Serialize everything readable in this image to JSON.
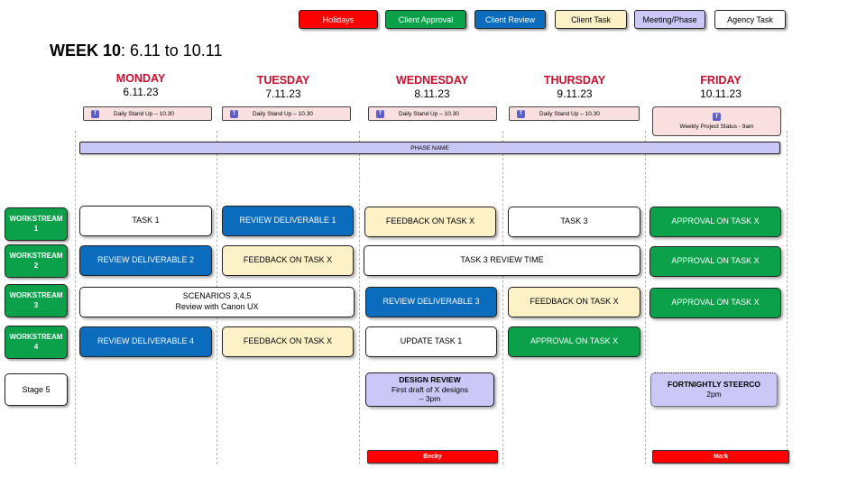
{
  "legend": [
    {
      "label": "Holidays",
      "color": "#ff0000",
      "text_color": "#ffffff"
    },
    {
      "label": "Client Approval",
      "color": "#0aa14a",
      "text_color": "#ffffff"
    },
    {
      "label": "Client Review",
      "color": "#0b6bbd",
      "text_color": "#ffffff"
    },
    {
      "label": "Client Task",
      "color": "#fdf1c8",
      "text_color": "#000000"
    },
    {
      "label": "Meeting/Phase",
      "color": "#cbc8f7",
      "text_color": "#000000"
    },
    {
      "label": "Agency Task",
      "color": "#ffffff",
      "text_color": "#000000"
    }
  ],
  "title": {
    "bold": "WEEK 10",
    "rest": ": 6.11 to 10.11"
  },
  "days": [
    {
      "name": "MONDAY",
      "date": "6.11.23"
    },
    {
      "name": "TUESDAY",
      "date": "7.11.23"
    },
    {
      "name": "WEDNESDAY",
      "date": "8.11.23"
    },
    {
      "name": "THURSDAY",
      "date": "9.11.23"
    },
    {
      "name": "FRIDAY",
      "date": "10.11.23"
    }
  ],
  "standups": [
    "Daily Stand Up – 10.30",
    "Daily Stand Up – 10.30",
    "Daily Stand Up – 10.30",
    "Daily Stand Up – 10.30"
  ],
  "friday_meeting": "Weekly Project Status - 9am",
  "phase": "PHASE NAME",
  "workstreams": [
    "WORKSTREAM 1",
    "WORKSTREAM 2",
    "WORKSTREAM 3",
    "WORKSTREAM 4",
    "Stage 5"
  ],
  "tasks": {
    "ws1": [
      "TASK 1",
      "REVIEW DELIVERABLE 1",
      "FEEDBACK ON TASK X",
      "TASK 3",
      "APPROVAL ON TASK X"
    ],
    "ws2": [
      "REVIEW DELIVERABLE 2",
      "FEEDBACK ON TASK X",
      "TASK 3 REVIEW TIME",
      "APPROVAL ON TASK X"
    ],
    "ws3": {
      "scenario_line1": "SCENARIOS 3,4,5",
      "scenario_line2": "Review with Canon UX",
      "items": [
        "REVIEW DELIVERABLE 3",
        "FEEDBACK ON TASK X",
        "APPROVAL ON TASK X"
      ]
    },
    "ws4": [
      "REVIEW DELIVERABLE 4",
      "FEEDBACK ON TASK X",
      "UPDATE TASK 1",
      "APPROVAL ON TASK X"
    ]
  },
  "stage5": {
    "design_title": "DESIGN REVIEW",
    "design_line1": "First draft of X designs",
    "design_line2": "– 3pm",
    "steerco_title": "FORTNIGHTLY STEERCO",
    "steerco_time": "2pm"
  },
  "holidays": [
    "Becky",
    "Mark"
  ]
}
